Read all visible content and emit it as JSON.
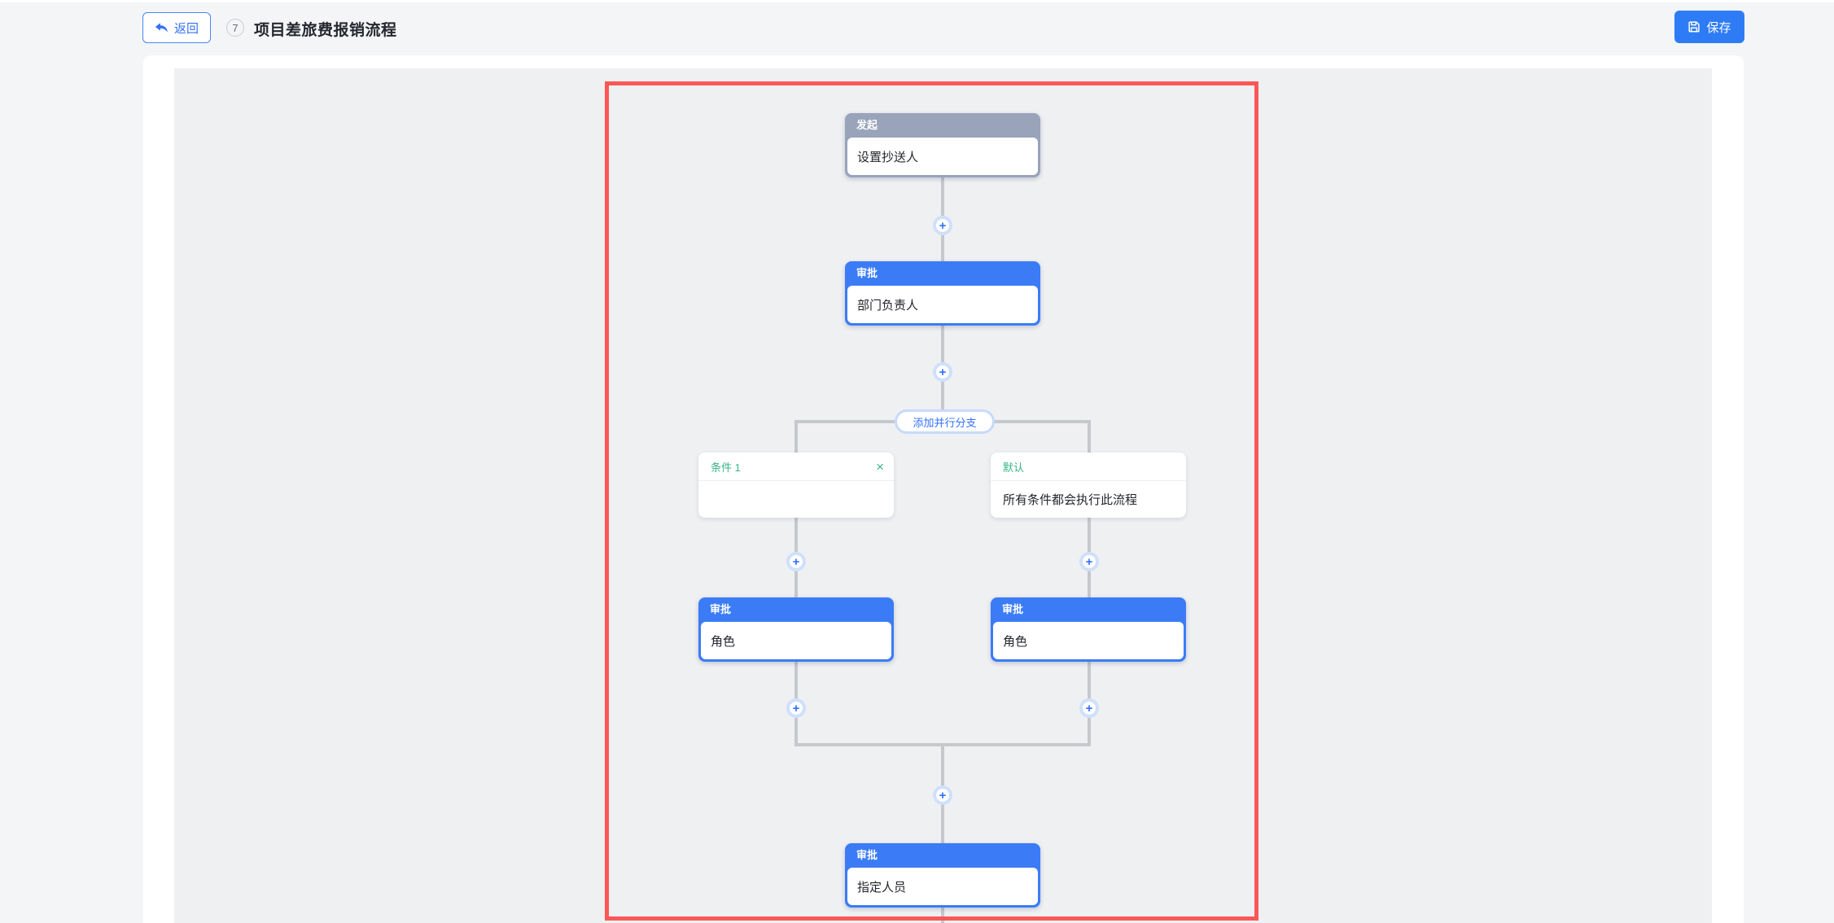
{
  "header": {
    "back_label": "返回",
    "badge": "7",
    "title": "项目差旅费报销流程",
    "save_label": "保存"
  },
  "flow": {
    "plus_glyph": "+",
    "close_glyph": "×",
    "add_parallel_branch_label": "添加并行分支",
    "start_node": {
      "type_label": "发起",
      "content": "设置抄送人"
    },
    "dept_approval_node": {
      "type_label": "审批",
      "content": "部门负责人"
    },
    "condition1_node": {
      "title": "条件 1",
      "content": ""
    },
    "default_condition_node": {
      "title": "默认",
      "content": "所有条件都会执行此流程"
    },
    "role_left_node": {
      "type_label": "审批",
      "content": "角色"
    },
    "role_right_node": {
      "type_label": "审批",
      "content": "角色"
    },
    "assignee_node": {
      "type_label": "审批",
      "content": "指定人员"
    }
  },
  "colors": {
    "primary_blue": "#3370ff",
    "approval_header_blue": "#3b7cf6",
    "start_header_gray": "#99a3b9",
    "condition_teal": "#38b587",
    "selection_red": "#fb5757",
    "connector_gray": "#c5c8cd",
    "canvas_bg": "#eff0f2"
  }
}
